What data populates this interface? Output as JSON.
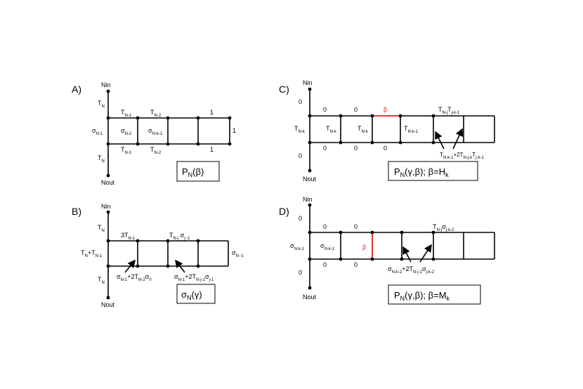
{
  "panels": {
    "A": {
      "letter": "A)",
      "nin": "Nin",
      "nout": "Nout",
      "left_top": "T",
      "left_top_sub": "N",
      "left_mid": "σ",
      "left_mid_sub": "N-1",
      "left_bot": "T",
      "left_bot_sub": "N",
      "top1": "T",
      "top1_sub": "N-1",
      "top2": "T",
      "top2_sub": "N-2",
      "top3": "1",
      "inner1": "σ",
      "inner1_sub": "N-2",
      "inner2": "σ",
      "inner2_sub": "N-k-1",
      "right": "1",
      "bot1": "T",
      "bot1_sub": "N-1",
      "bot2": "T",
      "bot2_sub": "N-2",
      "bot3": "1",
      "caption_main": "P",
      "caption_sub": "N",
      "caption_rest": "(β)"
    },
    "B": {
      "letter": "B)",
      "nin": "Nin",
      "nout": "Nout",
      "left_top": "T",
      "left_top_sub": "N",
      "left_mid_a": "T",
      "left_mid_a_sub": "N",
      "left_mid_b": "+T",
      "left_mid_b_sub": "N-1",
      "left_bot": "T",
      "left_bot_sub": "N",
      "top1": "3T",
      "top1_sub": "N-1",
      "top2": "T",
      "top2_sub": "N-j",
      "top2_b": " σ",
      "top2_b_sub": "j−1",
      "right": "σ",
      "right_sub": "N−1",
      "arrow1_a": "σ",
      "arrow1_a_sub": "N-1",
      "arrow1_b": "+2T",
      "arrow1_b_sub": "N-2",
      "arrow1_c": "σ",
      "arrow1_c_sub": "0",
      "arrow2_a": "σ",
      "arrow2_a_sub": "N-1",
      "arrow2_b": "+2T",
      "arrow2_b_sub": "N-j-1",
      "arrow2_c": "σ",
      "arrow2_c_sub": "j-1",
      "caption_main": "σ",
      "caption_sub": "N",
      "caption_rest": "(γ)"
    },
    "C": {
      "letter": "C)",
      "nin": "Nin",
      "nout": "Nout",
      "left_top": "0",
      "left_mid": "T",
      "left_mid_sub": "N-k",
      "left_bot": "0",
      "top1": "0",
      "top2": "0",
      "top3": "β",
      "top4": "T",
      "top4_sub": "N-j",
      "top4_b": "T",
      "top4_b_sub": "j-k-1",
      "inner1": "T",
      "inner1_sub": "N-k",
      "inner2": "T",
      "inner2_sub": "N-k",
      "inner3": "T",
      "inner3_sub": "N-k-1",
      "bot1": "0",
      "bot2": "0",
      "bot3": "0",
      "arrow_a": "T",
      "arrow_a_sub": "N-k-1",
      "arrow_b": "+2T",
      "arrow_b_sub": "N-j-k",
      "arrow_c": "T",
      "arrow_c_sub": "j-k-1",
      "caption_main": "P",
      "caption_sub": "N",
      "caption_rest": "(γ,β); β=H",
      "caption_sub2": "k"
    },
    "D": {
      "letter": "D)",
      "nin": "Nin",
      "nout": "Nout",
      "left_top": "0",
      "left_mid": "σ",
      "left_mid_sub": "N-k-1",
      "left_bot": "0",
      "top1": "0",
      "top2": "0",
      "top3": "T",
      "top3_sub": "N-j",
      "top3_b": "σ",
      "top3_b_sub": "j-k-2",
      "inner1": "σ",
      "inner1_sub": "N-k-1",
      "beta": "β",
      "bot1": "0",
      "bot2": "0",
      "arrow_a": "σ",
      "arrow_a_sub": "N-k-2",
      "arrow_b": "+2T",
      "arrow_b_sub": "N-j-1",
      "arrow_c": "σ",
      "arrow_c_sub": "j-k-2",
      "caption_main": "P",
      "caption_sub": "N",
      "caption_rest": "(γ,β); β=M",
      "caption_sub2": "k"
    }
  },
  "colors": {
    "line": "#000000",
    "highlight": "#e02020"
  }
}
